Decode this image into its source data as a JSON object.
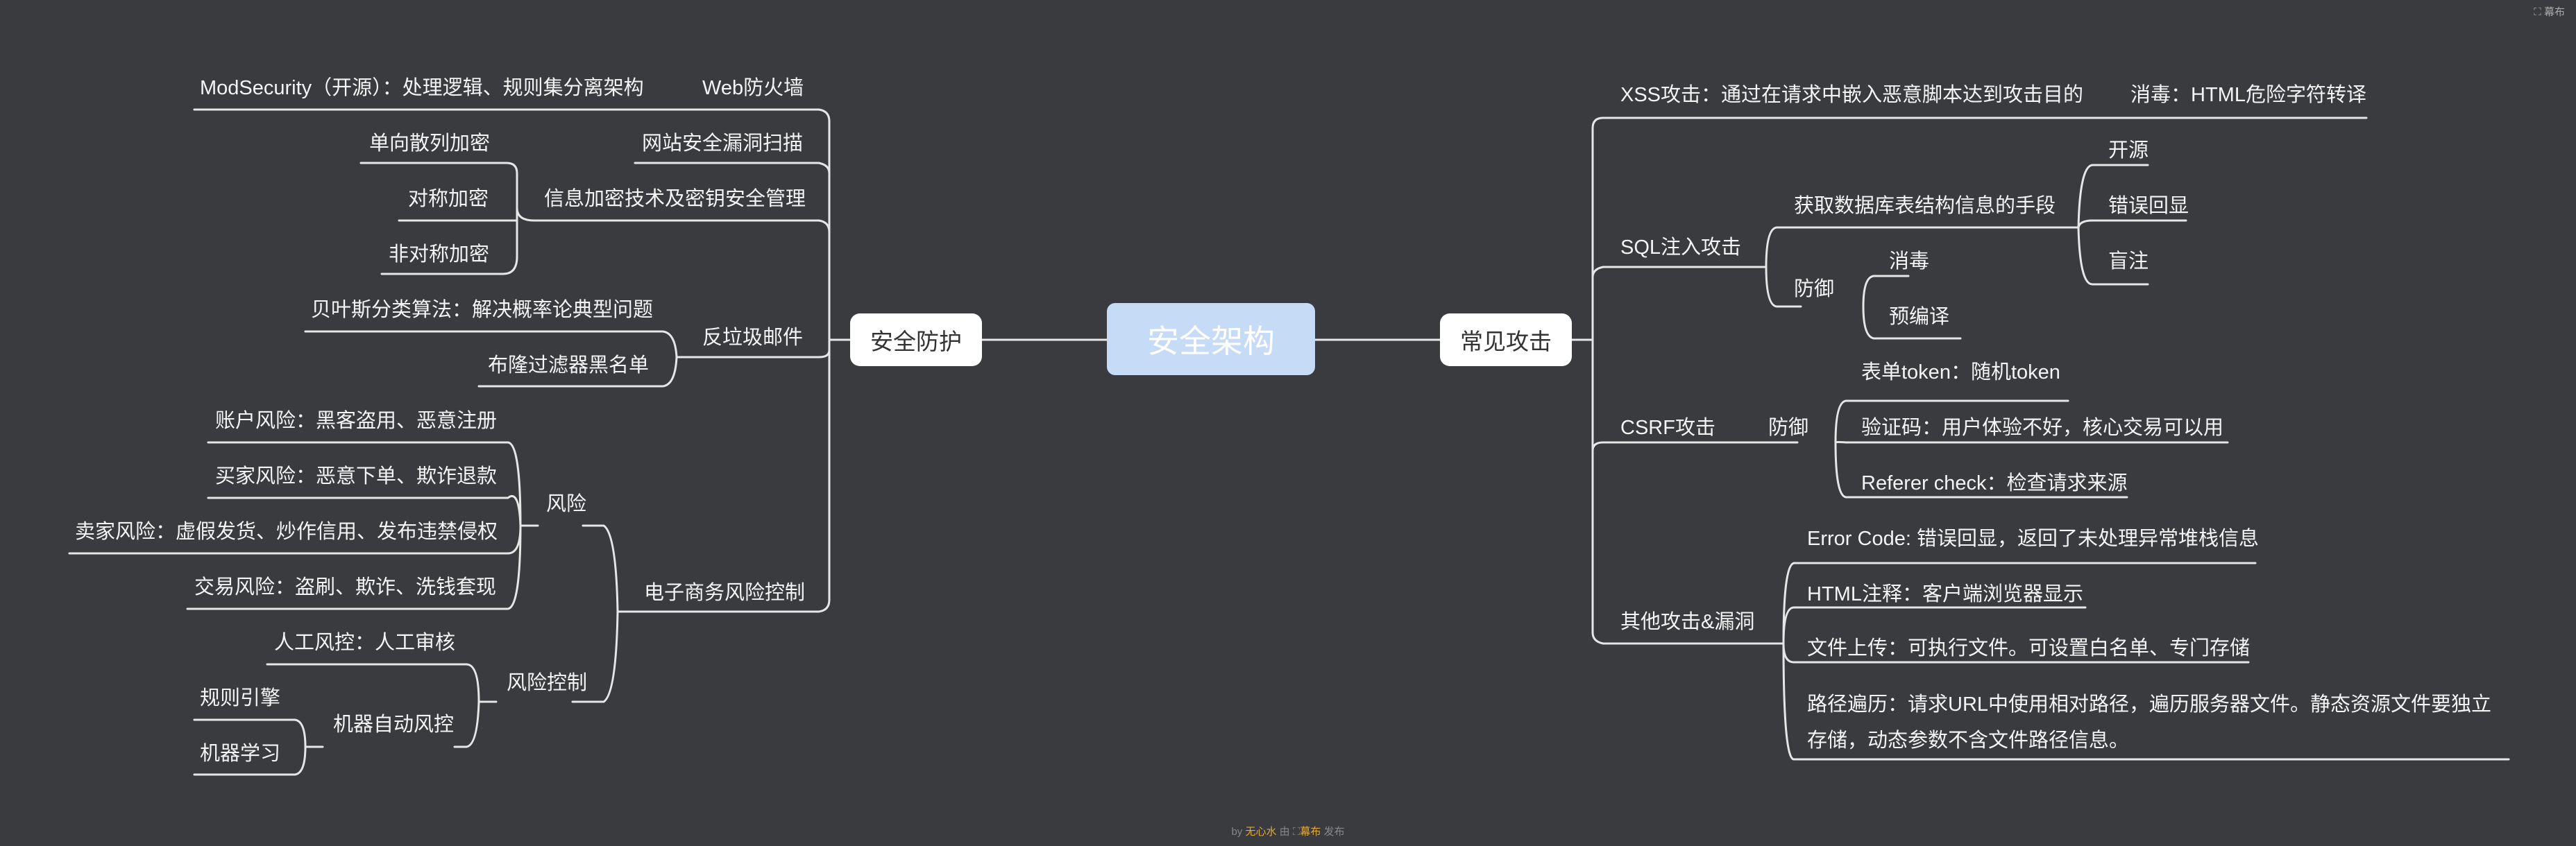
{
  "root": "安全架构",
  "branches": {
    "defense": "安全防护",
    "attacks": "常见攻击"
  },
  "defense": {
    "waf": "Web防火墙",
    "waf_child": "ModSecurity（开源）：处理逻辑、规则集分离架构",
    "scan": "网站安全漏洞扫描",
    "crypto": "信息加密技术及密钥安全管理",
    "crypto_children": [
      "单向散列加密",
      "对称加密",
      "非对称加密"
    ],
    "spam": "反垃圾邮件",
    "spam_children": [
      "贝叶斯分类算法：解决概率论典型问题",
      "布隆过滤器黑名单"
    ],
    "ecom": "电子商务风险控制",
    "risk": "风险",
    "risk_children": [
      "账户风险：黑客盗用、恶意注册",
      "买家风险：恶意下单、欺诈退款",
      "卖家风险：虚假发货、炒作信用、发布违禁侵权",
      "交易风险：盗刷、欺诈、洗钱套现"
    ],
    "control": "风险控制",
    "manual": "人工风控：人工审核",
    "auto": "机器自动风控",
    "auto_children": [
      "规则引擎",
      "机器学习"
    ]
  },
  "attacks": {
    "xss": "XSS攻击：通过在请求中嵌入恶意脚本达到攻击目的",
    "xss_child": "消毒：HTML危险字符转译",
    "sql": "SQL注入攻击",
    "sql_info": "获取数据库表结构信息的手段",
    "sql_info_children": [
      "开源",
      "错误回显",
      "盲注"
    ],
    "sql_def": "防御",
    "sql_def_children": [
      "消毒",
      "预编译"
    ],
    "csrf": "CSRF攻击",
    "csrf_def": "防御",
    "csrf_def_children": [
      "表单token：随机token",
      "验证码：用户体验不好，核心交易可以用",
      "Referer check：检查请求来源"
    ],
    "other": "其他攻击&漏洞",
    "other_children": [
      "Error Code: 错误回显，返回了未处理异常堆栈信息",
      "HTML注释：客户端浏览器显示",
      "文件上传：可执行文件。可设置白名单、专门存储",
      "路径遍历：请求URL中使用相对路径，遍历服务器文件。静态资源文件要独立存储，动态参数不含文件路径信息。"
    ]
  },
  "footer": {
    "by": "by",
    "author": "无心水",
    "via": "由",
    "brand": "幕布",
    "publish": "发布"
  },
  "topright": "幕布",
  "colors": {
    "background": "#3a3b3e",
    "line": "#e6e6e6",
    "root": "#c6dbf6",
    "accent": "#e2a93b"
  }
}
